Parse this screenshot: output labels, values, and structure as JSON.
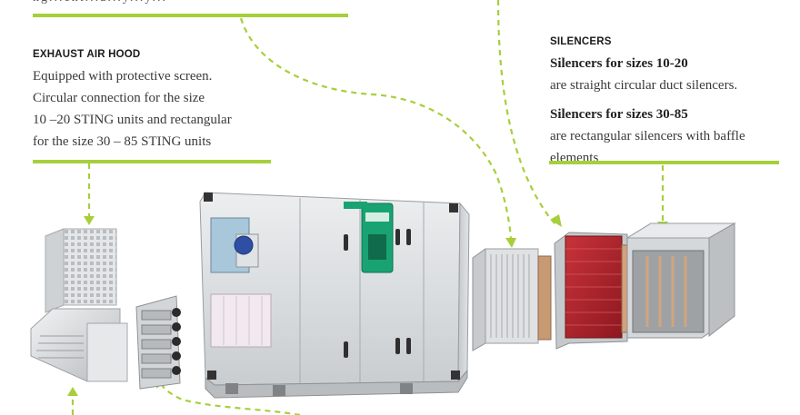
{
  "top_fragment": "ng...ent...a...y...y...",
  "exhaust": {
    "heading": "EXHAUST AIR HOOD",
    "lines": [
      "Equipped with protective screen.",
      "Circular connection for the size",
      "10 –20 STING units and rectangular",
      "for the size 30 – 85 STING units"
    ]
  },
  "silencers": {
    "heading": "SILENCERS",
    "group1_title": "Silencers for sizes 10-20",
    "group1_text": "are straight circular duct silencers.",
    "group2_title": "Silencers for sizes 30-85",
    "group2_lines": [
      "are rectangular silencers with baffle",
      "elements"
    ]
  },
  "colors": {
    "accent_green": "#a7cf3c",
    "unit_body": "#d9dcde",
    "control_panel": "#1aa372",
    "heat_exchanger_red": "#b3222c"
  }
}
